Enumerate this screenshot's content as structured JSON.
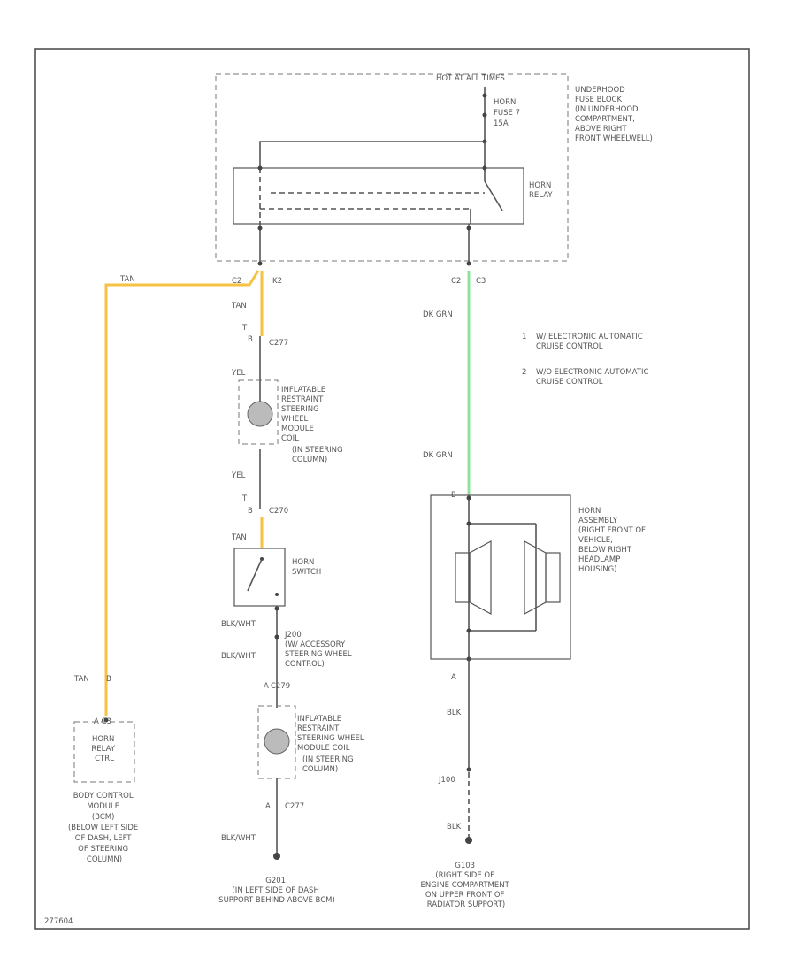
{
  "power": {
    "label": "HOT AT ALL TIMES"
  },
  "fuse": {
    "lines": [
      "HORN",
      "FUSE 7",
      "15A"
    ]
  },
  "fuse_block": {
    "lines": [
      "UNDERHOOD",
      "FUSE BLOCK",
      "(IN UNDERHOOD",
      "COMPARTMENT,",
      "ABOVE RIGHT",
      "FRONT WHEELWELL)"
    ]
  },
  "horn_relay": {
    "lines": [
      "HORN",
      "RELAY"
    ]
  },
  "connectors": {
    "c2_left": "C2",
    "k2": "K2",
    "c2_right": "C2",
    "c3": "C3"
  },
  "wires": {
    "tan_horizontal": "TAN",
    "tan_vertical_top": "TAN",
    "tan_lower": "TAN",
    "tan_bcm": "TAN",
    "dk_grn_top": "DK GRN",
    "dk_grn_bottom": "DK GRN",
    "yel_1": "YEL",
    "yel_2": "YEL",
    "blk_wht_1": "BLK/WHT",
    "blk_wht_2": "BLK/WHT",
    "blk_wht_3": "BLK/WHT",
    "blk_1": "BLK",
    "blk_2": "BLK"
  },
  "pins": {
    "c277_top_pin": "B",
    "c277_top_side": "T",
    "c270_pin": "B",
    "c270_side": "T",
    "c279_pin": "A",
    "c277_bot_pin": "A",
    "horn_pin_b": "B",
    "horn_pin_a": "A",
    "bcm_pin": "B"
  },
  "splices": {
    "c277_top": "C277",
    "c270": "C270",
    "c279": "C279",
    "c277_bot": "C277",
    "j200": "J200",
    "j100": "J100"
  },
  "bcm_pins": "A  C3",
  "coil_top": {
    "lines": [
      "INFLATABLE",
      "RESTRAINT",
      "STEERING",
      "WHEEL",
      "MODULE",
      "COIL",
      "(IN STEERING",
      "COLUMN)"
    ]
  },
  "horn_switch": {
    "lines": [
      "HORN",
      "SWITCH"
    ]
  },
  "j200_desc": {
    "lines": [
      "(W/ ACCESSORY",
      "STEERING WHEEL",
      "CONTROL)"
    ]
  },
  "coil_bottom": {
    "lines": [
      "INFLATABLE",
      "RESTRAINT",
      "STEERING WHEEL",
      "MODULE COIL",
      "(IN STEERING",
      "COLUMN)"
    ]
  },
  "notes": [
    {
      "num": "1",
      "lines": [
        "W/ ELECTRONIC AUTOMATIC",
        "CRUISE CONTROL"
      ]
    },
    {
      "num": "2",
      "lines": [
        "W/O ELECTRONIC AUTOMATIC",
        "CRUISE CONTROL"
      ]
    }
  ],
  "horn_assembly": {
    "lines": [
      "HORN",
      "ASSEMBLY",
      "(RIGHT FRONT OF",
      "VEHICLE,",
      "BELOW RIGHT",
      "HEADLAMP",
      "HOUSING)"
    ]
  },
  "bcm_box": {
    "lines": [
      "HORN",
      "RELAY",
      "CTRL"
    ]
  },
  "bcm": {
    "lines": [
      "BODY CONTROL",
      "MODULE",
      "(BCM)",
      "(BELOW LEFT SIDE",
      "OF DASH, LEFT",
      "OF STEERING",
      "COLUMN)"
    ]
  },
  "g201": {
    "lines": [
      "G201",
      "(IN LEFT SIDE OF DASH",
      "SUPPORT BEHIND ABOVE BCM)"
    ]
  },
  "g103": {
    "lines": [
      "G103",
      "(RIGHT SIDE OF",
      "ENGINE COMPARTMENT",
      "ON UPPER FRONT OF",
      "RADIATOR SUPPORT)"
    ]
  },
  "figure_id": "277604",
  "colors": {
    "tan": "#f5c242",
    "dk_grn": "#8fe39a",
    "frame": "#444444",
    "wire": "#555555"
  }
}
